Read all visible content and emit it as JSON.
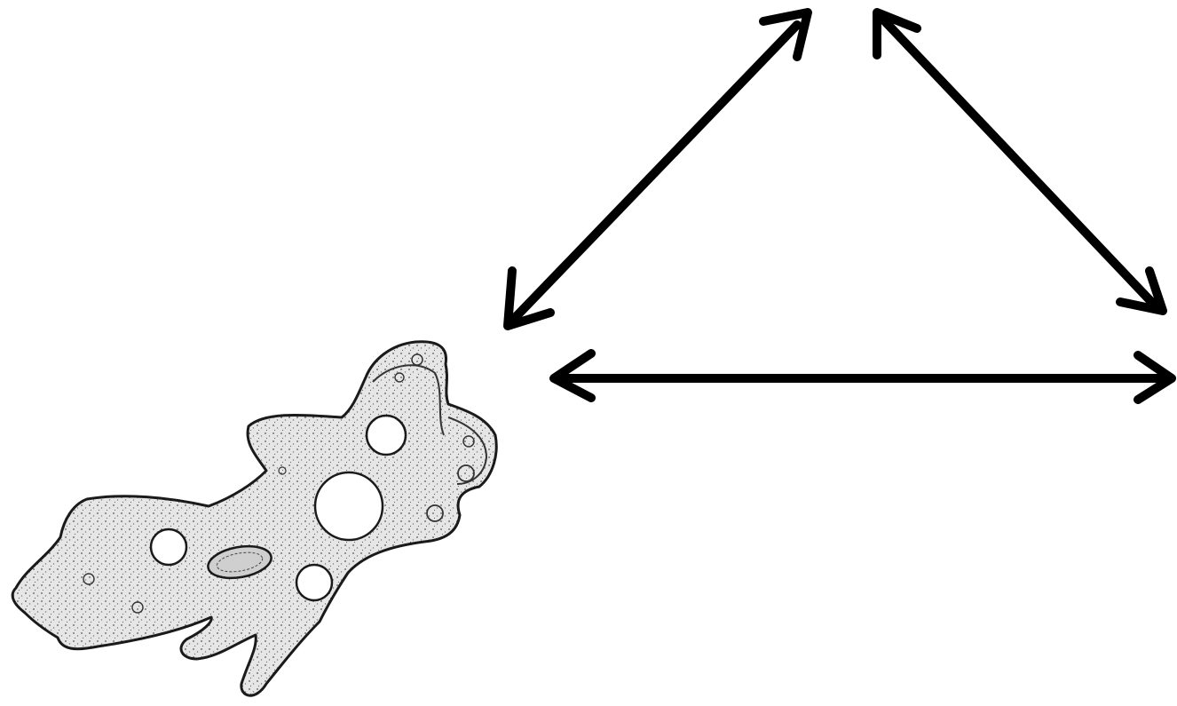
{
  "colors": {
    "background": "#ffffff",
    "arrow": "#000000",
    "cell_fill": "#e4e4e4",
    "cell_outline": "#1a1a1a",
    "vacuole_fill": "#ffffff",
    "nucleus_fill": "#cfcfcf"
  },
  "diagram": {
    "figures": [
      {
        "icon": "amoeba-illustration",
        "kind": "single-celled organism drawing"
      }
    ],
    "connectors": [
      {
        "icon": "double-headed-arrow",
        "between": [
          "center",
          "top"
        ]
      },
      {
        "icon": "double-headed-arrow",
        "between": [
          "top",
          "right"
        ]
      },
      {
        "icon": "double-headed-arrow",
        "between": [
          "center",
          "right"
        ]
      }
    ],
    "labels": []
  }
}
